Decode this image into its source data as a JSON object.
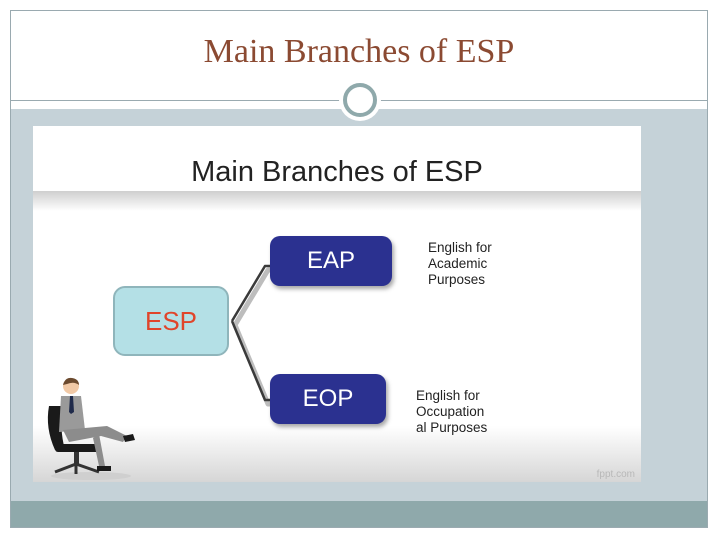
{
  "slide": {
    "title": "Main Branches of ESP"
  },
  "diagram": {
    "title": "Main Branches of ESP",
    "root": {
      "label": "ESP"
    },
    "branches": [
      {
        "label": "EAP",
        "description": [
          "English for",
          "Academic",
          "Purposes"
        ]
      },
      {
        "label": "EOP",
        "description": [
          "English for",
          "Occupation",
          "al Purposes"
        ]
      }
    ],
    "watermark": "fppt.com"
  },
  "colors": {
    "title_text": "#8b4a32",
    "accent_teal": "#8fa9ab",
    "body_background": "#c5d2d8",
    "root_fill": "#b4e0e6",
    "root_text": "#e0452b",
    "branch_fill": "#2b3190"
  },
  "icons": {
    "ring": "circle-ring-ornament",
    "figure": "seated-businessman-figure"
  }
}
